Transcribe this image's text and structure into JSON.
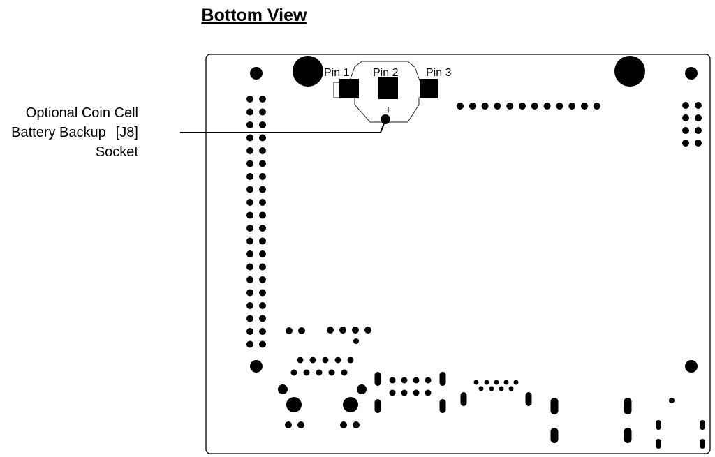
{
  "title": "Bottom View",
  "callout": {
    "line1": "Optional Coin Cell",
    "line2": "Battery Backup",
    "ref": "[J8]",
    "line3": "Socket"
  },
  "pins": {
    "pin1": "Pin 1",
    "pin2": "Pin 2",
    "pin3": "Pin 3"
  },
  "polarity_mark": "+",
  "colors": {
    "ink": "#000000",
    "board_outline": "#000000",
    "background": "#ffffff"
  }
}
